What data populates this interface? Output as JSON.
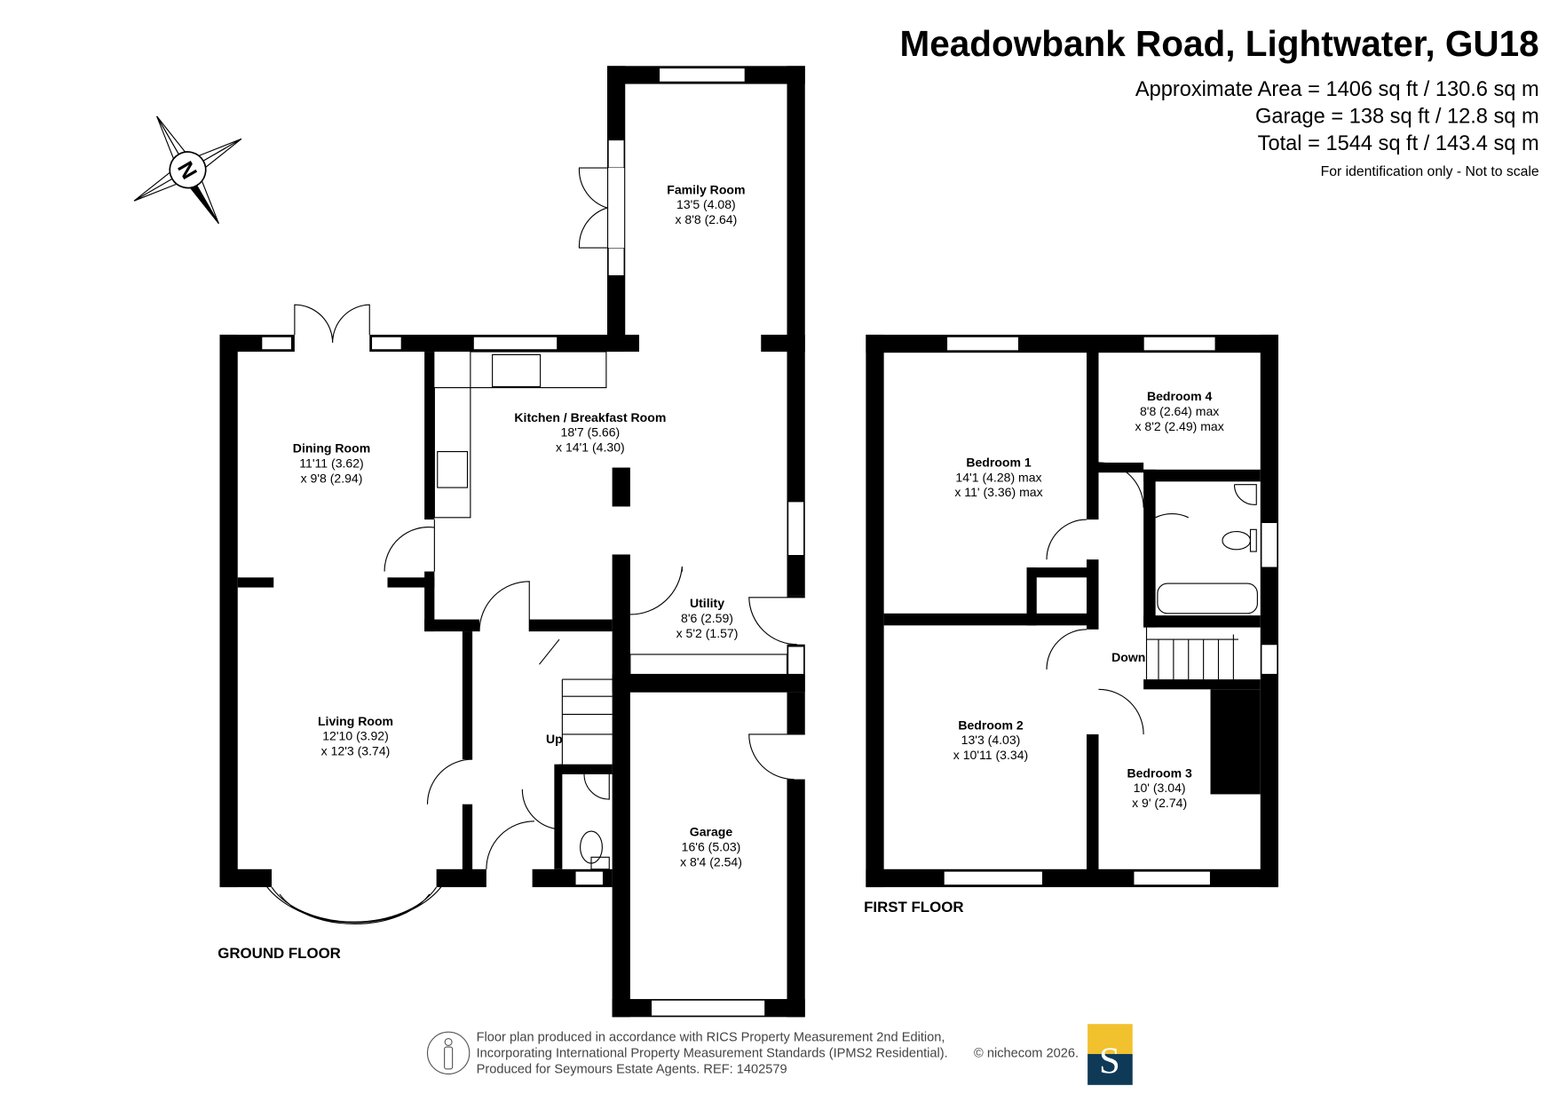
{
  "header": {
    "title": "Meadowbank Road, Lightwater, GU18",
    "area_lines": [
      "Approximate Area = 1406 sq ft / 130.6 sq m",
      "Garage = 138 sq ft / 12.8 sq m",
      "Total = 1544 sq ft / 143.4 sq m"
    ],
    "disclaimer": "For identification only - Not to scale"
  },
  "compass": {
    "label": "N"
  },
  "ground_floor": {
    "label": "GROUND FLOOR",
    "rooms": [
      {
        "name": "Family Room",
        "dim1": "13'5 (4.08)",
        "dim2": "x 8'8 (2.64)"
      },
      {
        "name": "Kitchen / Breakfast Room",
        "dim1": "18'7 (5.66)",
        "dim2": "x 14'1 (4.30)"
      },
      {
        "name": "Dining Room",
        "dim1": "11'11 (3.62)",
        "dim2": "x 9'8 (2.94)"
      },
      {
        "name": "Utility",
        "dim1": "8'6 (2.59)",
        "dim2": "x 5'2 (1.57)"
      },
      {
        "name": "Living Room",
        "dim1": "12'10 (3.92)",
        "dim2": "x 12'3 (3.74)"
      },
      {
        "name": "Garage",
        "dim1": "16'6 (5.03)",
        "dim2": "x 8'4 (2.54)"
      }
    ],
    "stairs_label": "Up"
  },
  "first_floor": {
    "label": "FIRST FLOOR",
    "rooms": [
      {
        "name": "Bedroom 4",
        "dim1": "8'8 (2.64) max",
        "dim2": "x 8'2 (2.49) max"
      },
      {
        "name": "Bedroom 1",
        "dim1": "14'1 (4.28) max",
        "dim2": "x 11' (3.36) max"
      },
      {
        "name": "Bedroom 2",
        "dim1": "13'3 (4.03)",
        "dim2": "x 10'11 (3.34)"
      },
      {
        "name": "Bedroom 3",
        "dim1": "10' (3.04)",
        "dim2": "x 9' (2.74)"
      }
    ],
    "stairs_label": "Down"
  },
  "footer": {
    "lines": [
      "Floor plan produced in accordance with RICS Property Measurement 2nd Edition,",
      "Incorporating International Property Measurement Standards (IPMS2 Residential).",
      "Produced for Seymours Estate Agents.   REF: 1402579"
    ],
    "copyright": "© nichecom 2026.",
    "logo_letter": "S"
  },
  "colors": {
    "logo_top": "#f2c12e",
    "logo_bottom": "#0e3a57",
    "wall": "#000000"
  }
}
